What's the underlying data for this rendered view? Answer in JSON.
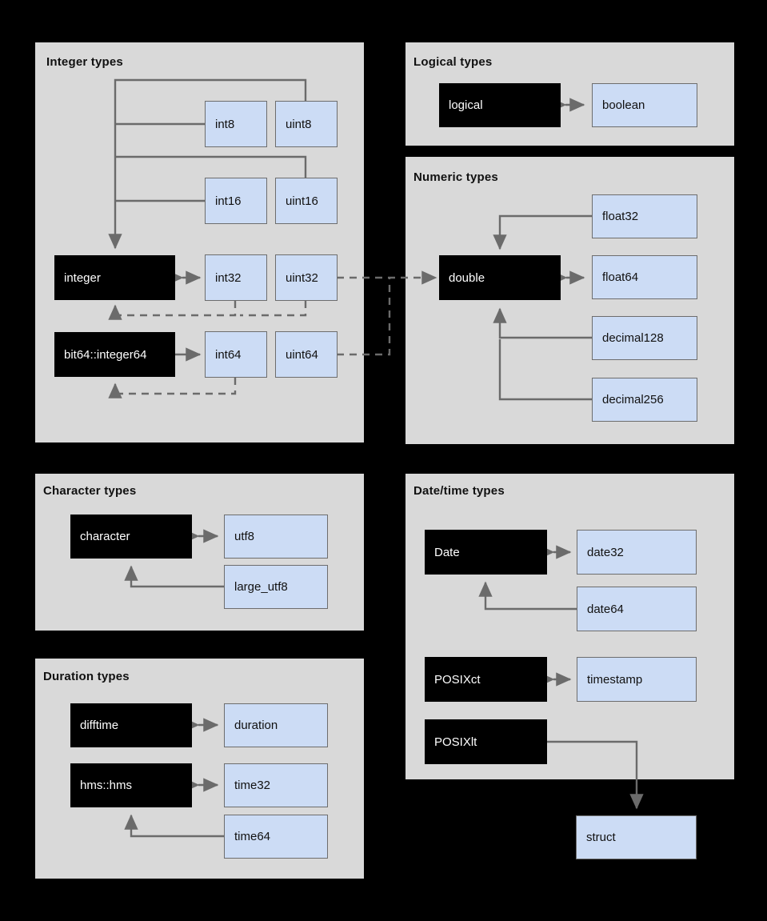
{
  "diagram": {
    "title_absent": true,
    "colors": {
      "background": "#000000",
      "panel": "#d9d9d9",
      "blue_node": "#ccdcf5",
      "black_node": "#000000",
      "connector": "#6b6b6b",
      "node_border": "#6d6d6d"
    }
  },
  "panels": [
    {
      "id": "integer",
      "title": "Integer types",
      "nodes": [
        {
          "label": "int8",
          "kind": "blue"
        },
        {
          "label": "uint8",
          "kind": "blue"
        },
        {
          "label": "int16",
          "kind": "blue"
        },
        {
          "label": "uint16",
          "kind": "blue"
        },
        {
          "label": "integer",
          "kind": "black"
        },
        {
          "label": "int32",
          "kind": "blue"
        },
        {
          "label": "uint32",
          "kind": "blue"
        },
        {
          "label": "bit64::integer64",
          "kind": "black"
        },
        {
          "label": "int64",
          "kind": "blue"
        },
        {
          "label": "uint64",
          "kind": "blue"
        }
      ]
    },
    {
      "id": "logical",
      "title": "Logical types",
      "nodes": [
        {
          "label": "logical",
          "kind": "black"
        },
        {
          "label": "boolean",
          "kind": "blue"
        }
      ]
    },
    {
      "id": "numeric",
      "title": "Numeric types",
      "nodes": [
        {
          "label": "float32",
          "kind": "blue"
        },
        {
          "label": "double",
          "kind": "black"
        },
        {
          "label": "float64",
          "kind": "blue"
        },
        {
          "label": "decimal128",
          "kind": "blue"
        },
        {
          "label": "decimal256",
          "kind": "blue"
        }
      ]
    },
    {
      "id": "character",
      "title": "Character  types",
      "nodes": [
        {
          "label": "character",
          "kind": "black"
        },
        {
          "label": "utf8",
          "kind": "blue"
        },
        {
          "label": "large_utf8",
          "kind": "blue"
        }
      ]
    },
    {
      "id": "duration",
      "title": "Duration  types",
      "nodes": [
        {
          "label": "difftime",
          "kind": "black"
        },
        {
          "label": "duration",
          "kind": "blue"
        },
        {
          "label": "hms::hms",
          "kind": "black"
        },
        {
          "label": "time32",
          "kind": "blue"
        },
        {
          "label": "time64",
          "kind": "blue"
        }
      ]
    },
    {
      "id": "datetime",
      "title": "Date/time types",
      "nodes": [
        {
          "label": "Date",
          "kind": "black"
        },
        {
          "label": "date32",
          "kind": "blue"
        },
        {
          "label": "date64",
          "kind": "blue"
        },
        {
          "label": "POSIXct",
          "kind": "black"
        },
        {
          "label": "timestamp",
          "kind": "blue"
        },
        {
          "label": "POSIXlt",
          "kind": "black"
        }
      ]
    }
  ],
  "standalone_nodes": [
    {
      "label": "struct",
      "kind": "blue"
    }
  ],
  "labels": {
    "int8": "int8",
    "uint8": "uint8",
    "int16": "int16",
    "uint16": "uint16",
    "integer": "integer",
    "int32": "int32",
    "uint32": "uint32",
    "integer64": "bit64::integer64",
    "int64": "int64",
    "uint64": "uint64",
    "logical": "logical",
    "boolean": "boolean",
    "float32": "float32",
    "double": "double",
    "float64": "float64",
    "decimal128": "decimal128",
    "decimal256": "decimal256",
    "character": "character",
    "utf8": "utf8",
    "large_utf8": "large_utf8",
    "difftime": "difftime",
    "duration": "duration",
    "hms": "hms::hms",
    "time32": "time32",
    "time64": "time64",
    "date": "Date",
    "date32": "date32",
    "date64": "date64",
    "posixct": "POSIXct",
    "timestamp": "timestamp",
    "posixlt": "POSIXlt",
    "struct": "struct",
    "title_integer": "Integer types",
    "title_logical": "Logical types",
    "title_numeric": "Numeric types",
    "title_character": "Character  types",
    "title_duration": "Duration  types",
    "title_datetime": "Date/time types"
  }
}
